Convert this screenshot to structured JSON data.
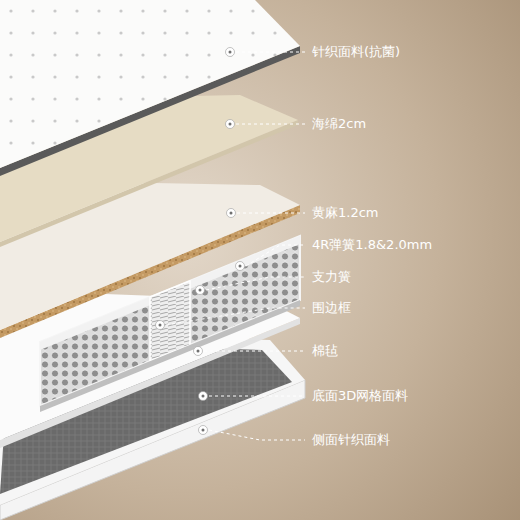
{
  "diagram": {
    "labels": [
      "针织面料(抗菌)",
      "海绵2cm",
      "黄麻1.2cm",
      "4R弹簧1.8&2.0mm",
      "支力簧",
      "围边框",
      "棉毡",
      "底面3D网格面料",
      "侧面针织面料"
    ]
  }
}
